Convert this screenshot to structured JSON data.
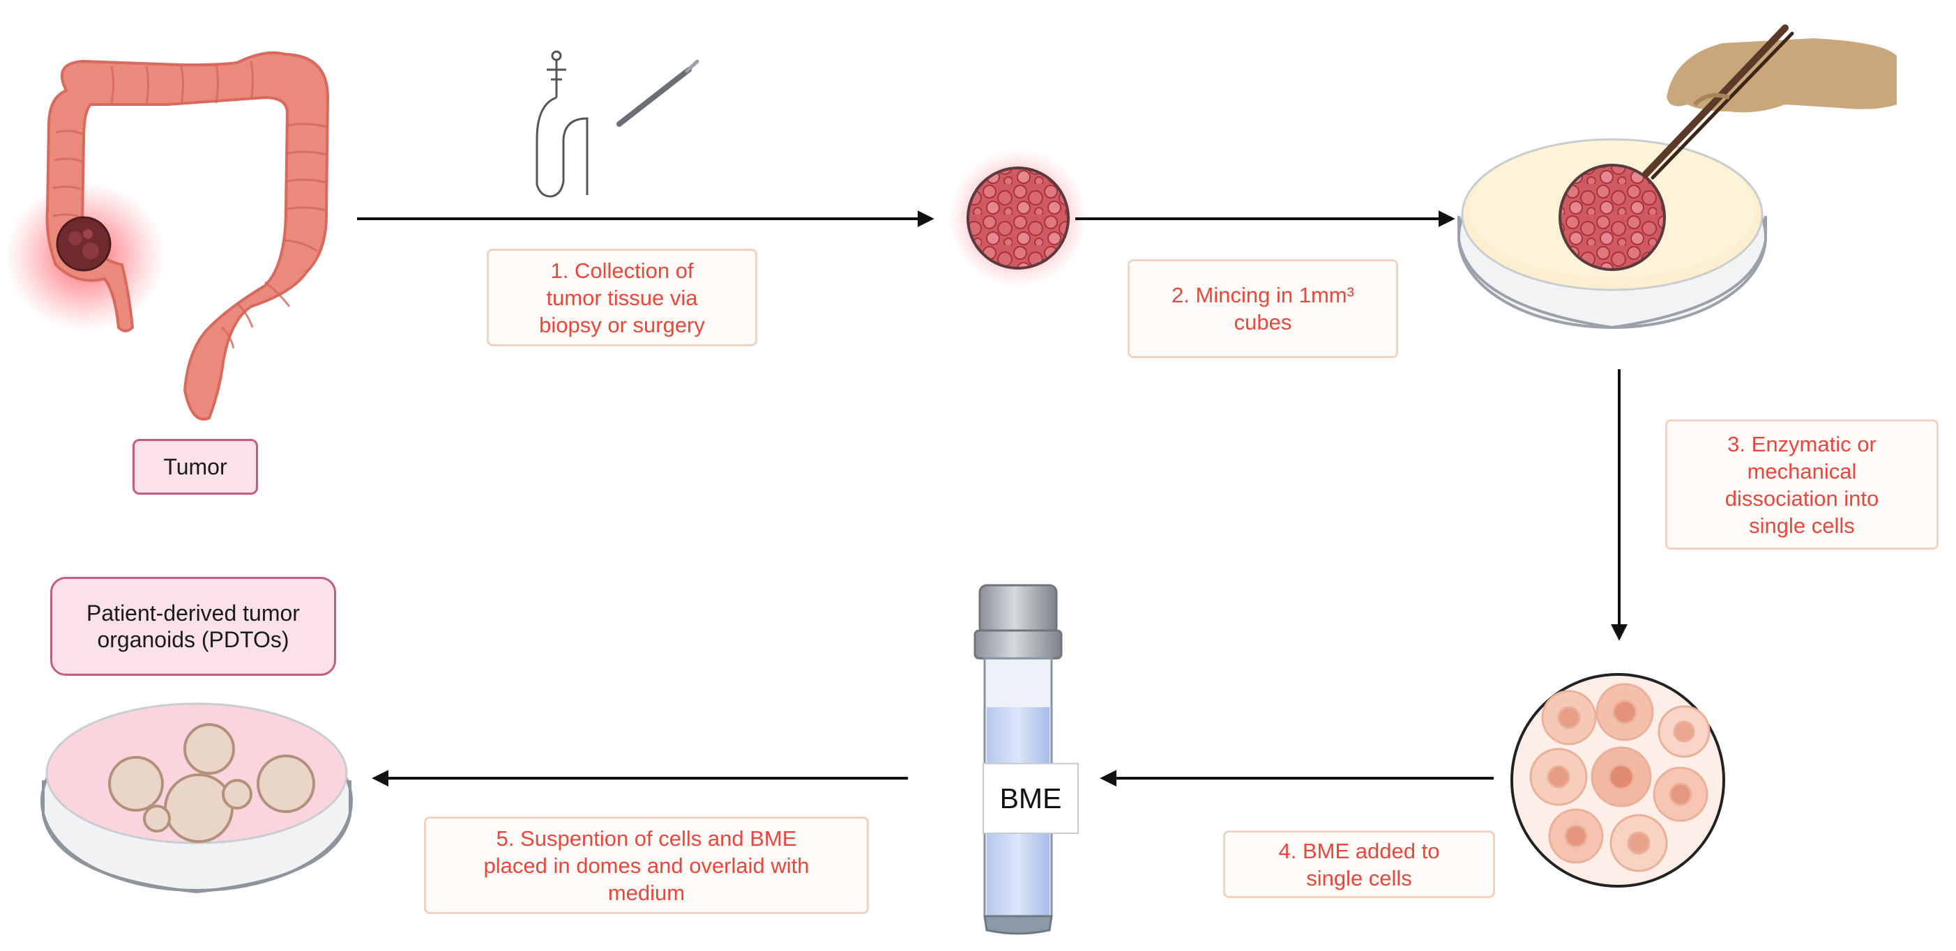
{
  "labels": {
    "tumor": "Tumor",
    "pdto": "Patient-derived tumor\norganoids (PDTOs)",
    "bme": "BME"
  },
  "steps": [
    {
      "id": "step1",
      "text": "1. Collection of\ntumor tissue via\nbiopsy or surgery"
    },
    {
      "id": "step2",
      "text": "2. Mincing in 1mm³\ncubes"
    },
    {
      "id": "step3",
      "text": "3. Enzymatic or\nmechanical\ndissociation into\nsingle cells"
    },
    {
      "id": "step4",
      "text": "4. BME added to\nsingle cells"
    },
    {
      "id": "step5",
      "text": "5. Suspention of cells and BME\nplaced in domes and overlaid with\nmedium"
    }
  ],
  "icons": [
    "colon-icon",
    "tumor-glow-icon",
    "endoscope-icon",
    "scalpel-icon",
    "tissue-sphere-icon",
    "petri-dish-icon",
    "hand-forceps-icon",
    "single-cells-icon",
    "bme-tube-icon",
    "organoid-dish-icon"
  ],
  "colors": {
    "step_text": "#e8473b",
    "step_border": "#f1d3c3",
    "tag_fill": "#fbe2ea",
    "tag_border": "#c25c82",
    "colon": "#e9887a",
    "tissue": "#c94a54",
    "arrow": "#111111"
  }
}
